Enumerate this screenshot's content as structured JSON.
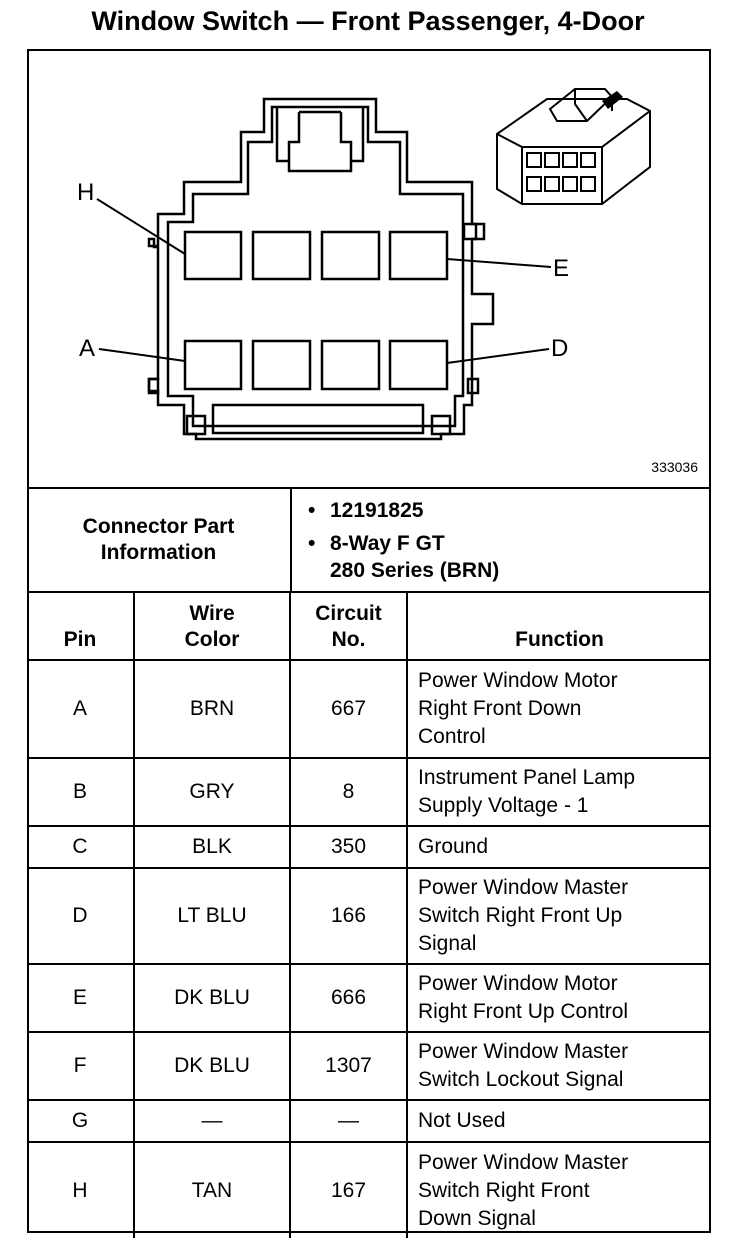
{
  "title": "Window Switch — Front Passenger, 4-Door",
  "diagram": {
    "figure_number": "333036",
    "callouts": {
      "h": "H",
      "e": "E",
      "a": "A",
      "d": "D"
    }
  },
  "connector_info": {
    "label_line1": "Connector Part",
    "label_line2": "Information",
    "part_number": "12191825",
    "description_line1": "8-Way F GT",
    "description_line2": "280 Series (BRN)"
  },
  "table": {
    "headers": {
      "pin": "Pin",
      "wire_color_line1": "Wire",
      "wire_color_line2": "Color",
      "circuit_line1": "Circuit",
      "circuit_line2": "No.",
      "function": "Function"
    },
    "rows": [
      {
        "pin": "A",
        "color": "BRN",
        "circuit": "667",
        "function": [
          "Power Window Motor",
          "Right Front Down",
          "Control"
        ]
      },
      {
        "pin": "B",
        "color": "GRY",
        "circuit": "8",
        "function": [
          "Instrument Panel Lamp",
          "Supply Voltage - 1"
        ]
      },
      {
        "pin": "C",
        "color": "BLK",
        "circuit": "350",
        "function": [
          "Ground"
        ]
      },
      {
        "pin": "D",
        "color": "LT BLU",
        "circuit": "166",
        "function": [
          "Power Window Master",
          "Switch Right Front Up",
          "Signal"
        ]
      },
      {
        "pin": "E",
        "color": "DK BLU",
        "circuit": "666",
        "function": [
          "Power Window Motor",
          "Right Front Up Control"
        ]
      },
      {
        "pin": "F",
        "color": "DK BLU",
        "circuit": "1307",
        "function": [
          "Power Window Master",
          "Switch Lockout Signal"
        ]
      },
      {
        "pin": "G",
        "color": "—",
        "circuit": "—",
        "function": [
          "Not Used"
        ]
      },
      {
        "pin": "H",
        "color": "TAN",
        "circuit": "167",
        "function": [
          "Power Window Master",
          "Switch Right Front",
          "Down Signal"
        ]
      }
    ]
  }
}
